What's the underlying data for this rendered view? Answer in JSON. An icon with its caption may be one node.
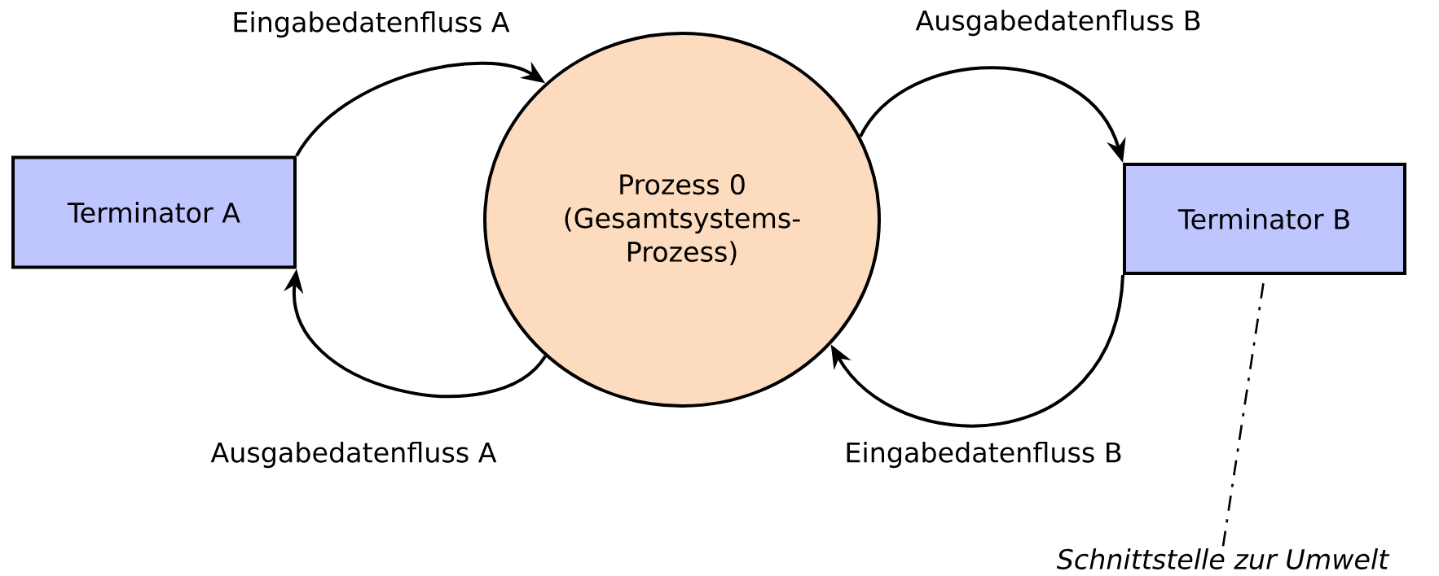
{
  "diagram": {
    "nodes": [
      {
        "text": [
          "Terminator A"
        ]
      },
      {
        "text": [
          "Prozess 0 (Gesamtsystems-Prozess)"
        ]
      },
      {
        "text": [
          "Terminator B"
        ]
      },
      {
        "text": [
          "*Schnittstelle zur Umwelt*"
        ]
      }
    ],
    "edges": [
      {
        "from": 0,
        "to": 1,
        "arrow": "to",
        "label": "Eingabedatenfluss A"
      },
      {
        "from": 1,
        "to": 0,
        "arrow": "to",
        "label": "Ausgabedatenfluss A"
      },
      {
        "from": 1,
        "to": 2,
        "arrow": "to",
        "label": "Ausgabedatenfluss B"
      },
      {
        "from": 2,
        "to": 1,
        "arrow": "to",
        "label": "Eingabedatenfluss B"
      },
      {
        "from": 3,
        "to": 2,
        "arrow": "none",
        "style": "dashed"
      }
    ]
  }
}
